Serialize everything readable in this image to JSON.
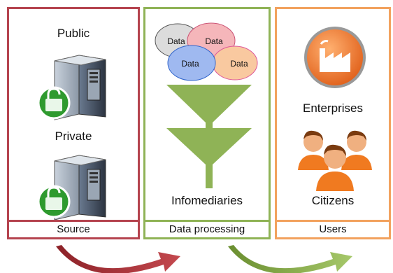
{
  "panels": {
    "source": {
      "footer": "Source",
      "items": [
        {
          "label": "Public",
          "icon": "server-unlocked-icon"
        },
        {
          "label": "Private",
          "icon": "server-unlocked-icon"
        }
      ]
    },
    "processing": {
      "footer": "Data processing",
      "bubbles": [
        "Data",
        "Data",
        "Data",
        "Data"
      ],
      "label": "Infomediaries",
      "icon": "funnel-icon"
    },
    "users": {
      "footer": "Users",
      "items": [
        {
          "label": "Enterprises",
          "icon": "factory-icon"
        },
        {
          "label": "Citizens",
          "icon": "people-icon"
        }
      ]
    }
  },
  "colors": {
    "source": "#b5444f",
    "processing": "#8fb356",
    "users": "#f2a25e",
    "arrow_red": "#9e2a2f",
    "arrow_green": "#7aa23a"
  }
}
